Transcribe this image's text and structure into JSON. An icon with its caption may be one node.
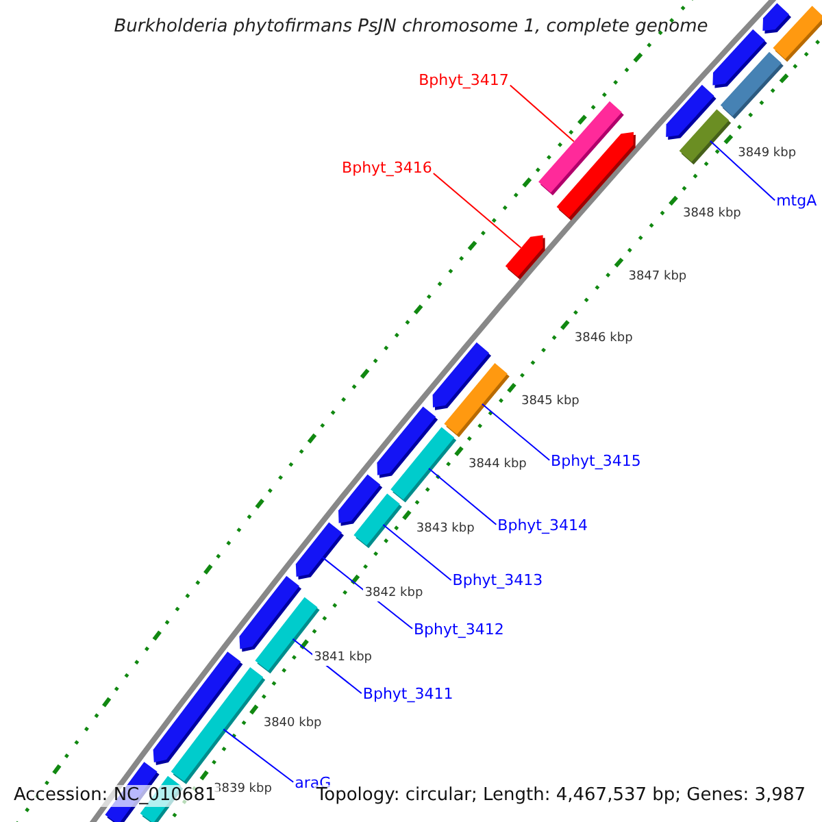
{
  "diagram": {
    "title": "Burkholderia phytofirmans PsJN chromosome 1, complete genome",
    "nodes": [
      {
        "text": [
          "Bphyt_3417"
        ]
      },
      {
        "text": [
          "Bphyt_3416"
        ]
      },
      {
        "text": [
          "mtgA"
        ]
      },
      {
        "text": [
          "Bphyt_3415"
        ]
      },
      {
        "text": [
          "Bphyt_3414"
        ]
      },
      {
        "text": [
          "Bphyt_3413"
        ]
      },
      {
        "text": [
          "Bphyt_3412"
        ]
      },
      {
        "text": [
          "Bphyt_3411"
        ]
      },
      {
        "text": [
          "araG"
        ]
      },
      {
        "text": [],
        "shape": "bar"
      },
      {
        "text": [],
        "shape": "bar"
      },
      {
        "text": [],
        "shape": "bar"
      },
      {
        "text": [],
        "shape": "bar"
      },
      {
        "text": [],
        "shape": "bar"
      },
      {
        "text": [],
        "shape": "bar"
      },
      {
        "text": [],
        "shape": "bar"
      },
      {
        "text": [],
        "shape": "bar"
      },
      {
        "text": [],
        "shape": "bar"
      },
      {
        "text": [],
        "shape": "bar"
      },
      {
        "text": [],
        "shape": "bar"
      },
      {
        "text": [],
        "shape": "bar"
      },
      {
        "text": [],
        "shape": "bar"
      },
      {
        "text": [],
        "shape": "bar"
      },
      {
        "text": [],
        "shape": "bar"
      },
      {
        "text": [],
        "shape": "bar"
      },
      {
        "text": [],
        "shape": "bar"
      },
      {
        "text": [],
        "shape": "bar"
      },
      {
        "text": [],
        "shape": "bar"
      },
      {
        "text": [],
        "shape": "bar"
      },
      {
        "text": [],
        "shape": "bar"
      },
      {
        "text": [],
        "shape": "bar"
      }
    ],
    "edges": [
      {
        "from": 0,
        "to": 24,
        "arrow": "none",
        "color": "#ff0000"
      },
      {
        "from": 1,
        "to": 22,
        "arrow": "none",
        "color": "#ff0000"
      },
      {
        "from": 2,
        "to": 26,
        "arrow": "none"
      },
      {
        "from": 3,
        "to": 21,
        "arrow": "none"
      },
      {
        "from": 4,
        "to": 19,
        "arrow": "none"
      },
      {
        "from": 5,
        "to": 17,
        "arrow": "none"
      },
      {
        "from": 6,
        "to": 15,
        "arrow": "none"
      },
      {
        "from": 7,
        "to": 14,
        "arrow": "none"
      },
      {
        "from": 8,
        "to": 12,
        "arrow": "none"
      }
    ],
    "labels": [
      "3849 kbp",
      "3848 kbp",
      "3847 kbp",
      "3846 kbp",
      "3845 kbp",
      "3844 kbp",
      "3843 kbp",
      "3842 kbp",
      "3841 kbp",
      "3840 kbp",
      "3839 kbp",
      "Accession: NC_010681",
      "Topology: circular; Length: 4,467,537 bp; Genes: 3,987"
    ]
  }
}
